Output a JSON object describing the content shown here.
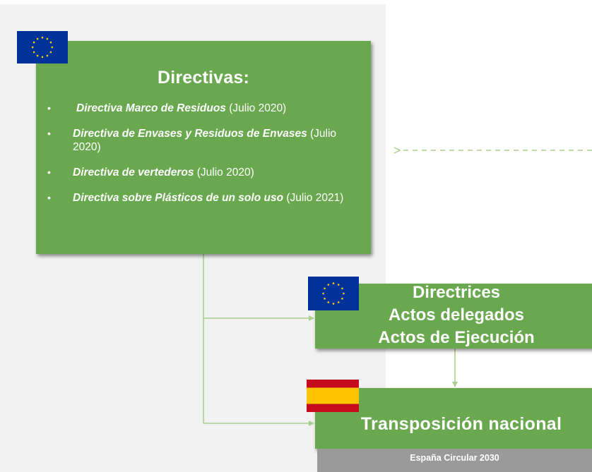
{
  "directivas": {
    "title": "Directivas:",
    "items": [
      {
        "bullet": "•",
        "name": "Directiva Marco de Residuos",
        "date": "(Julio 2020)"
      },
      {
        "bullet": "•",
        "name": "Directiva de Envases y Residuos de Envases",
        "date": "(Julio 2020)"
      },
      {
        "bullet": "•",
        "name": "Directiva de vertederos",
        "date": "(Julio 2020)"
      },
      {
        "bullet": "•",
        "name": "Directiva sobre Plásticos de un solo uso",
        "date": "(Julio 2021)"
      }
    ]
  },
  "directrices": {
    "line1": "Directrices",
    "line2": "Actos delegados",
    "line3": "Actos de Ejecución"
  },
  "transposicion": {
    "title": "Transposición nacional",
    "subbar": "España Circular 2030"
  },
  "flags": {
    "eu": "eu-flag",
    "es": "spain-flag"
  },
  "colors": {
    "box_green": "#6aa84f",
    "connector": "#a9d08e",
    "eu_blue": "#003399",
    "eu_star": "#ffcc00",
    "es_red": "#c60b1e",
    "es_yellow": "#ffc400"
  }
}
